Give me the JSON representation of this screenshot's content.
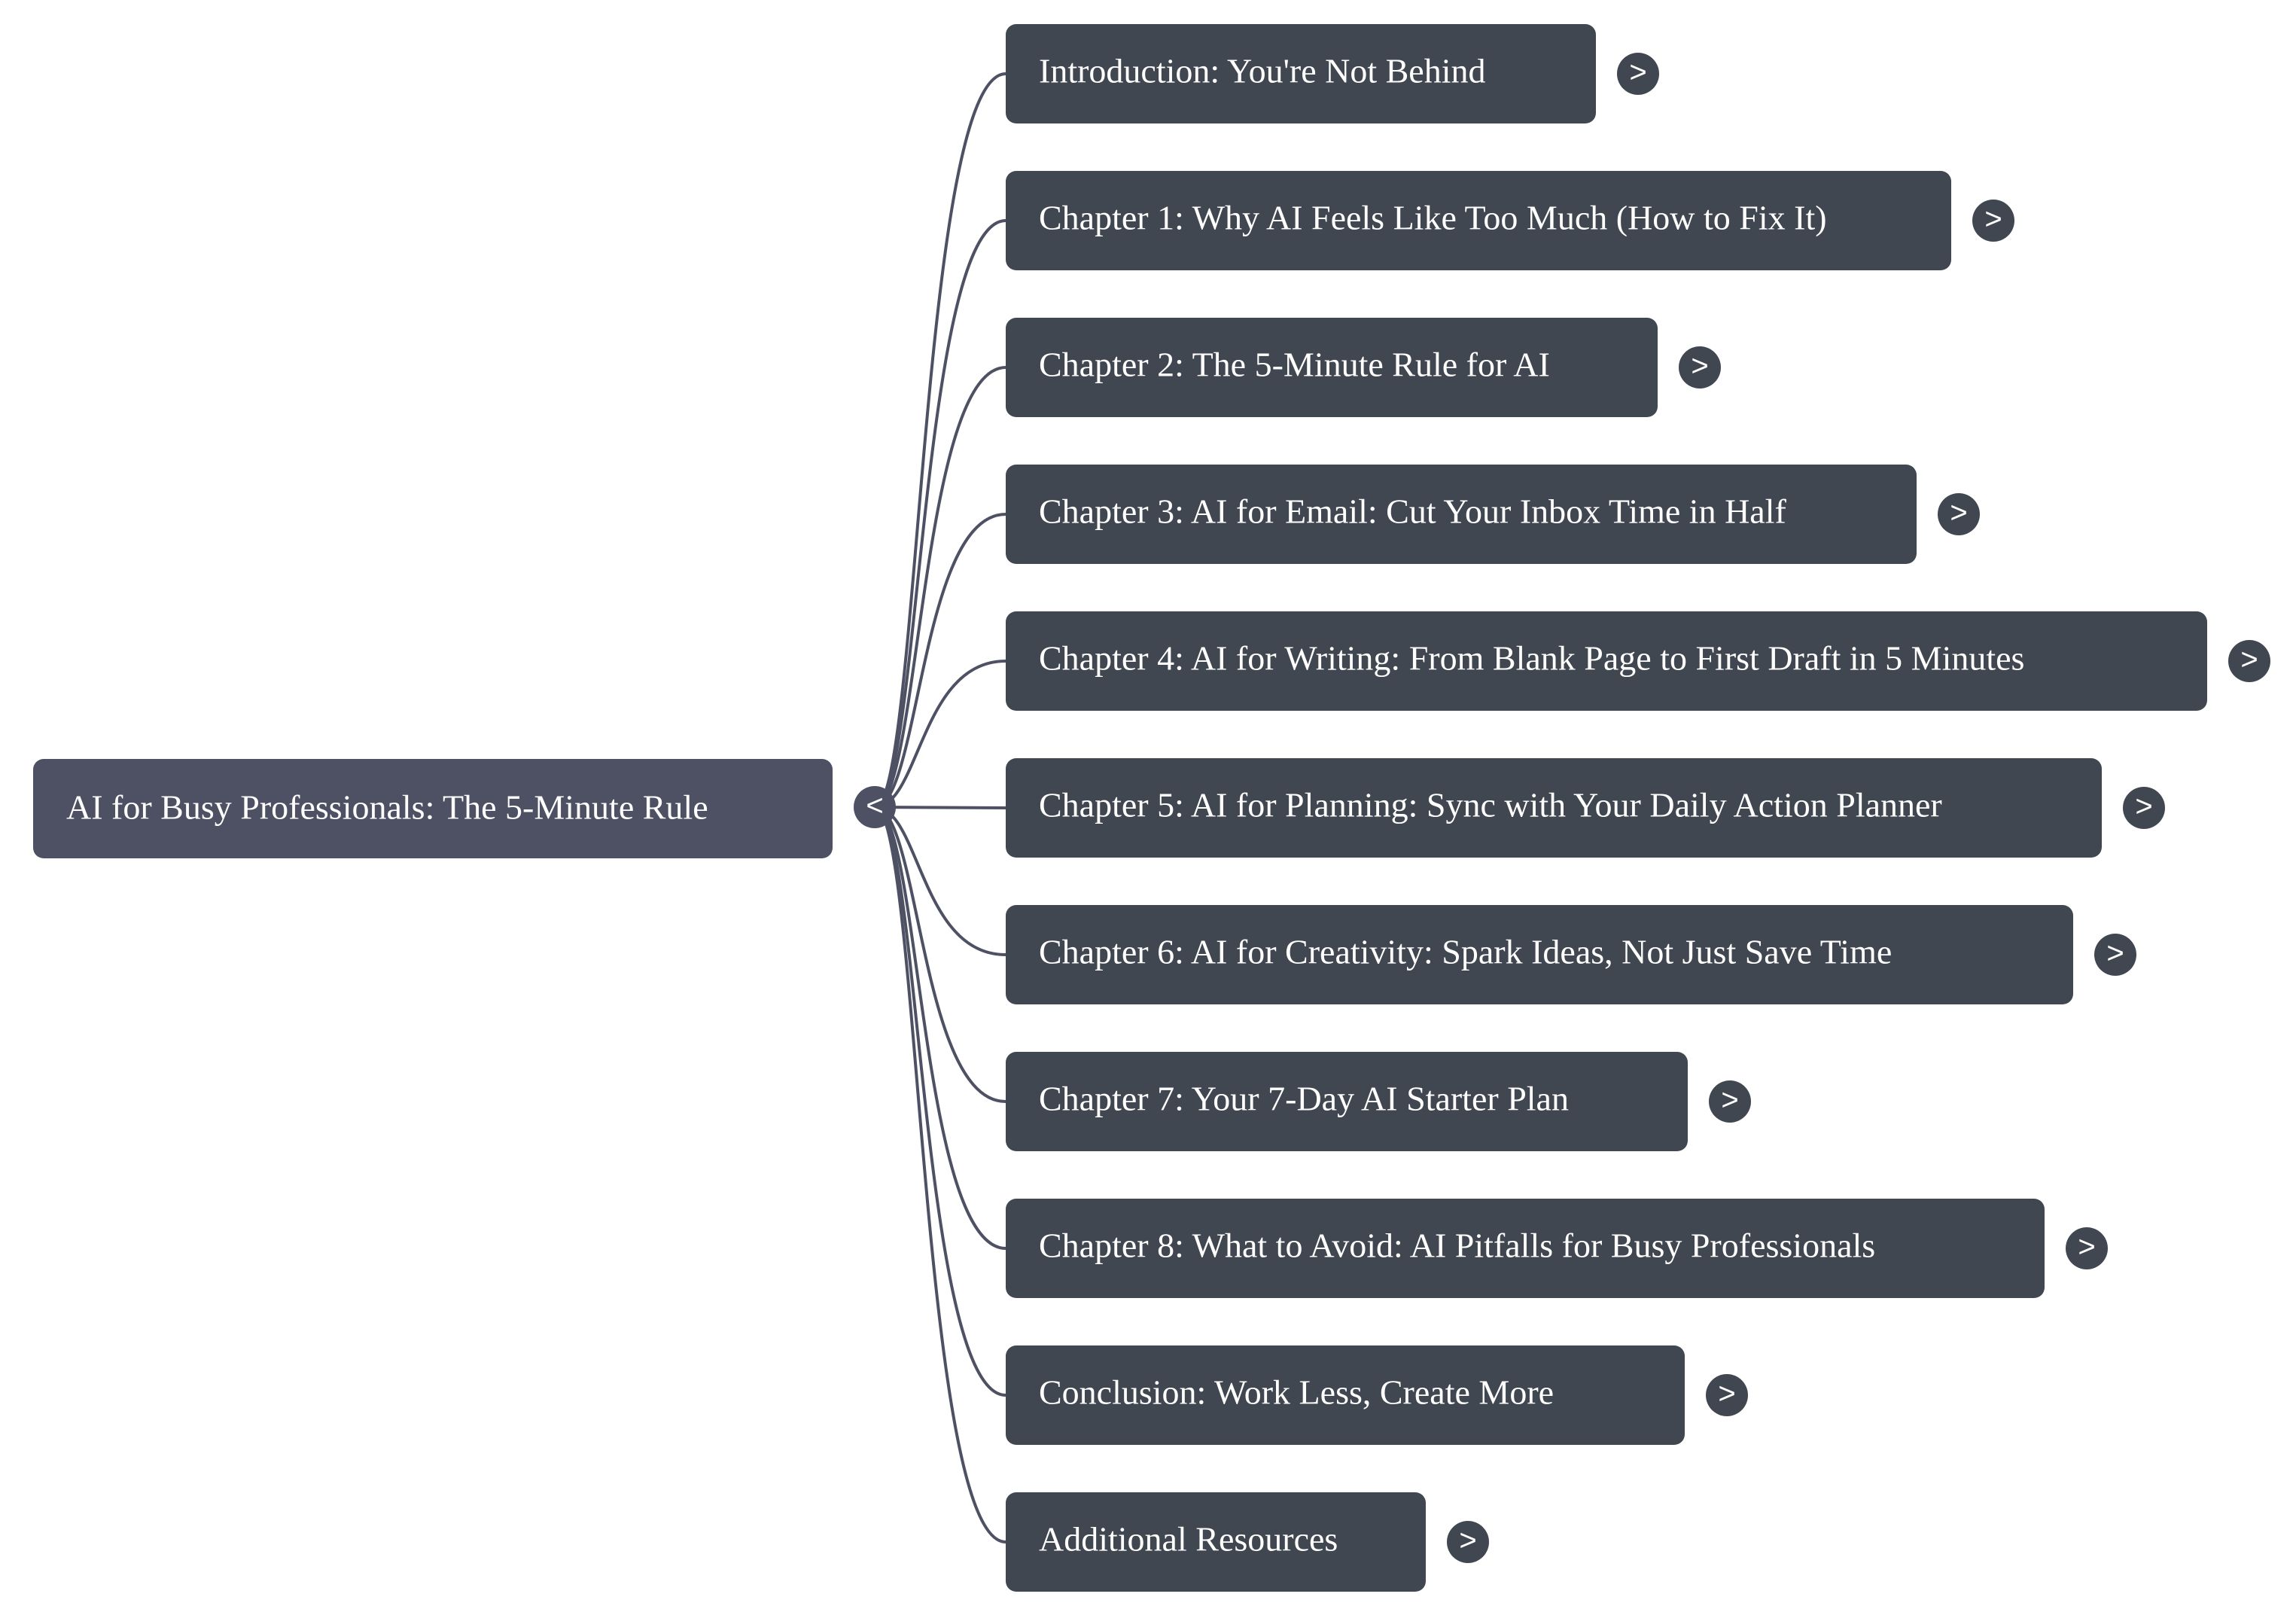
{
  "root": {
    "label": "AI for Busy Professionals: The 5-Minute Rule",
    "toggle_glyph": "<"
  },
  "children": [
    {
      "label": "Introduction: You're Not Behind",
      "toggle_glyph": ">"
    },
    {
      "label": "Chapter 1: Why AI Feels Like Too Much (How to Fix It)",
      "toggle_glyph": ">"
    },
    {
      "label": "Chapter 2: The 5-Minute Rule for AI",
      "toggle_glyph": ">"
    },
    {
      "label": "Chapter 3: AI for Email: Cut Your Inbox Time in Half",
      "toggle_glyph": ">"
    },
    {
      "label": "Chapter 4: AI for Writing: From Blank Page to First Draft in 5 Minutes",
      "toggle_glyph": ">"
    },
    {
      "label": "Chapter 5: AI for Planning: Sync with Your Daily Action Planner",
      "toggle_glyph": ">"
    },
    {
      "label": "Chapter 6: AI for Creativity: Spark Ideas, Not Just Save Time",
      "toggle_glyph": ">"
    },
    {
      "label": "Chapter 7: Your 7-Day AI Starter Plan",
      "toggle_glyph": ">"
    },
    {
      "label": "Chapter 8: What to Avoid: AI Pitfalls for Busy Professionals",
      "toggle_glyph": ">"
    },
    {
      "label": "Conclusion: Work Less, Create More",
      "toggle_glyph": ">"
    },
    {
      "label": "Additional Resources",
      "toggle_glyph": ">"
    }
  ],
  "colors": {
    "node": "#414750",
    "root": "#4e5163",
    "connector": "#4e5163",
    "text": "#ffffff"
  }
}
